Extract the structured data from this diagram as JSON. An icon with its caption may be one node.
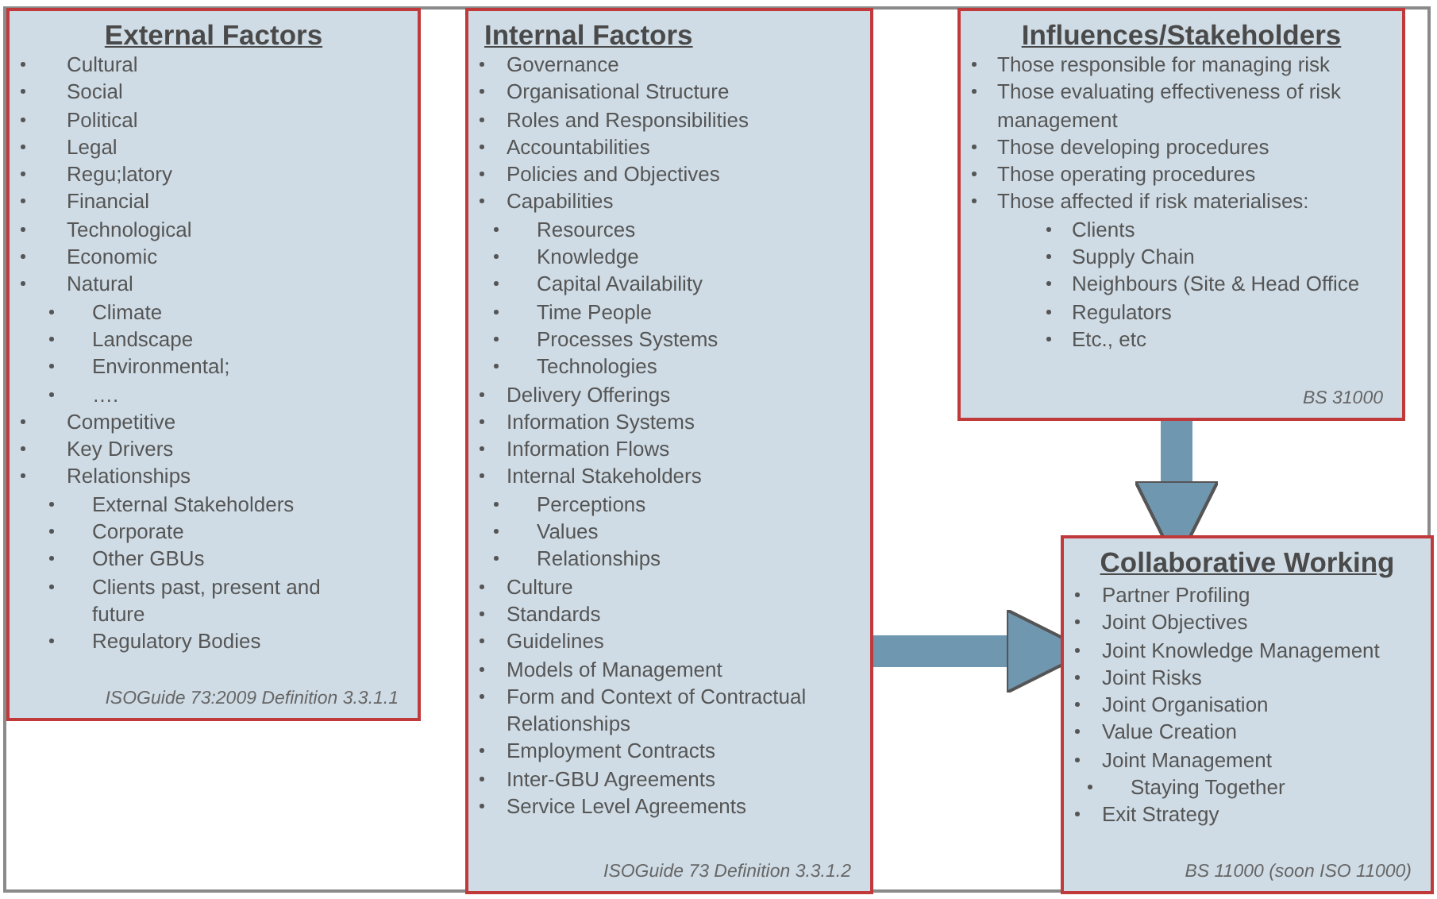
{
  "diagram": {
    "nodes": [
      {
        "text": [
          "External Factors",
          "Cultural",
          "Social",
          "Political",
          "Legal",
          "Regu;latory",
          "Financial",
          "Technological",
          "Economic",
          "Natural",
          "Climate",
          "Landscape",
          "Environmental;",
          "….",
          "Competitive",
          "Key Drivers",
          "Relationships",
          "External Stakeholders",
          "Corporate",
          "Other GBUs",
          "Clients past, present and future",
          "Regulatory Bodies",
          "ISOGuide 73:2009 Definition 3.3.1.1"
        ]
      },
      {
        "text": [
          "Internal Factors",
          "Governance",
          "Organisational Structure",
          "Roles and Responsibilities",
          "Accountabilities",
          "Policies and Objectives",
          "Capabilities",
          "Resources",
          "Knowledge",
          "Capital Availability",
          "Time People",
          "Processes Systems",
          "Technologies",
          "Delivery Offerings",
          "Information Systems",
          "Information Flows",
          "Internal Stakeholders",
          "Perceptions",
          "Values",
          "Relationships",
          "Culture",
          "Standards",
          "Guidelines",
          "Models of Management",
          "Form and Context of Contractual Relationships",
          "Employment Contracts",
          "Inter-GBU Agreements",
          "Service Level Agreements",
          "ISOGuide 73 Definition 3.3.1.2"
        ]
      },
      {
        "text": [
          "Influences/Stakeholders",
          "Those responsible for managing risk",
          "Those evaluating effectiveness of risk management",
          "Those developing procedures",
          "Those operating procedures",
          "Those affected if risk materialises:",
          "Clients",
          "Supply Chain",
          "Neighbours (Site & Head Office",
          "Regulators",
          "Etc., etc",
          "BS 31000"
        ]
      },
      {
        "text": [
          "Collaborative Working",
          "Partner Profiling",
          "Joint Objectives",
          "Joint Knowledge Management",
          "Joint Risks",
          "Joint Organisation",
          "Value Creation",
          "Joint Management",
          "Staying Together",
          "Exit Strategy",
          "BS 11000 (soon ISO 11000)"
        ]
      }
    ],
    "edges": [
      {
        "from": 2,
        "to": 3,
        "arrow": "to"
      },
      {
        "from": 1,
        "to": 3,
        "arrow": "to"
      }
    ]
  }
}
